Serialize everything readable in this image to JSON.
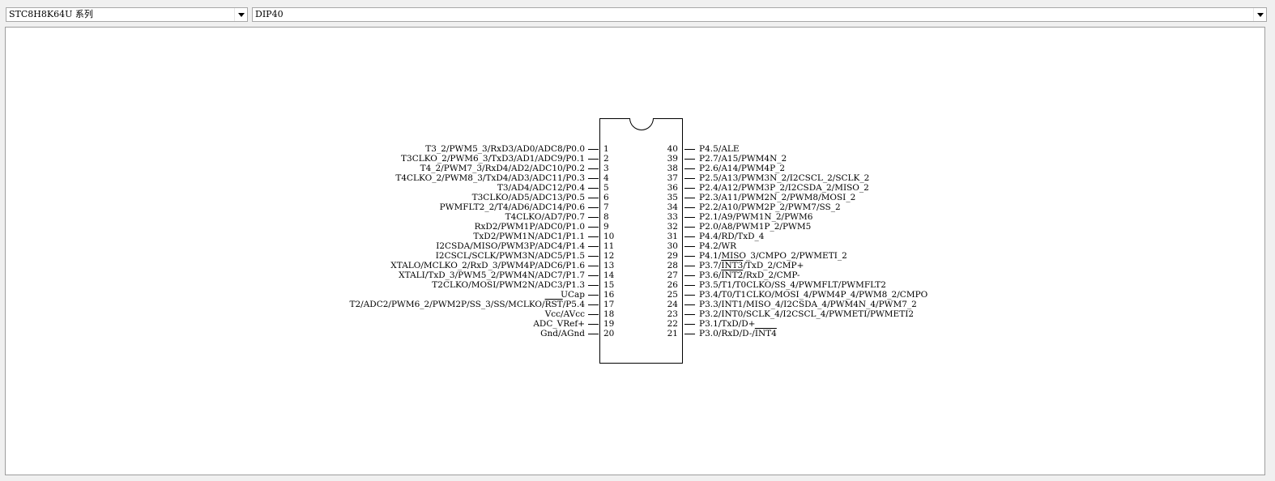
{
  "chip_select": {
    "value": "STC8H8K64U 系列",
    "icon": "chevron-down-icon"
  },
  "package_select": {
    "value": "DIP40",
    "icon": "chevron-down-icon"
  },
  "pins_left": [
    {
      "num": "1",
      "label": "T3_2/PWM5_3/RxD3/AD0/ADC8/P0.0"
    },
    {
      "num": "2",
      "label": "T3CLKO_2/PWM6_3/TxD3/AD1/ADC9/P0.1"
    },
    {
      "num": "3",
      "label": "T4_2/PWM7_3/RxD4/AD2/ADC10/P0.2"
    },
    {
      "num": "4",
      "label": "T4CLKO_2/PWM8_3/TxD4/AD3/ADC11/P0.3"
    },
    {
      "num": "5",
      "label": "T3/AD4/ADC12/P0.4"
    },
    {
      "num": "6",
      "label": "T3CLKO/AD5/ADC13/P0.5"
    },
    {
      "num": "7",
      "label": "PWMFLT2_2/T4/AD6/ADC14/P0.6"
    },
    {
      "num": "8",
      "label": "T4CLKO/AD7/P0.7"
    },
    {
      "num": "9",
      "label": "RxD2/PWM1P/ADC0/P1.0"
    },
    {
      "num": "10",
      "label": "TxD2/PWM1N/ADC1/P1.1"
    },
    {
      "num": "11",
      "label": "I2CSDA/MISO/PWM3P/ADC4/P1.4"
    },
    {
      "num": "12",
      "label": "I2CSCL/SCLK/PWM3N/ADC5/P1.5"
    },
    {
      "num": "13",
      "label": "XTALO/MCLKO_2/RxD_3/PWM4P/ADC6/P1.6"
    },
    {
      "num": "14",
      "label": "XTALI/TxD_3/PWM5_2/PWM4N/ADC7/P1.7"
    },
    {
      "num": "15",
      "label": "T2CLKO/MOSI/PWM2N/ADC3/P1.3"
    },
    {
      "num": "16",
      "label": "UCap"
    },
    {
      "num": "17",
      "label": "T2/ADC2/PWM6_2/PWM2P/SS_3/SS/MCLKO/RST/P5.4"
    },
    {
      "num": "18",
      "label": "Vcc/AVcc"
    },
    {
      "num": "19",
      "label": "ADC_VRef+"
    },
    {
      "num": "20",
      "label": "Gnd/AGnd"
    }
  ],
  "pins_right": [
    {
      "num": "40",
      "label": "P4.5/ALE"
    },
    {
      "num": "39",
      "label": "P2.7/A15/PWM4N_2"
    },
    {
      "num": "38",
      "label": "P2.6/A14/PWM4P_2"
    },
    {
      "num": "37",
      "label": "P2.5/A13/PWM3N_2/I2CSCL_2/SCLK_2"
    },
    {
      "num": "36",
      "label": "P2.4/A12/PWM3P_2/I2CSDA_2/MISO_2"
    },
    {
      "num": "35",
      "label": "P2.3/A11/PWM2N_2/PWM8/MOSI_2"
    },
    {
      "num": "34",
      "label": "P2.2/A10/PWM2P_2/PWM7/SS_2"
    },
    {
      "num": "33",
      "label": "P2.1/A9/PWM1N_2/PWM6"
    },
    {
      "num": "32",
      "label": "P2.0/A8/PWM1P_2/PWM5"
    },
    {
      "num": "31",
      "label": "P4.4/RD/TxD_4"
    },
    {
      "num": "30",
      "label": "P4.2/WR"
    },
    {
      "num": "29",
      "label": "P4.1/MISO_3/CMPO_2/PWMETI_2"
    },
    {
      "num": "28",
      "label": "P3.7/INT3/TxD_2/CMP+"
    },
    {
      "num": "27",
      "label": "P3.6/INT2/RxD_2/CMP-"
    },
    {
      "num": "26",
      "label": "P3.5/T1/T0CLKO/SS_4/PWMFLT/PWMFLT2"
    },
    {
      "num": "25",
      "label": "P3.4/T0/T1CLKO/MOSI_4/PWM4P_4/PWM8_2/CMPO"
    },
    {
      "num": "24",
      "label": "P3.3/INT1/MISO_4/I2CSDA_4/PWM4N_4/PWM7_2"
    },
    {
      "num": "23",
      "label": "P3.2/INT0/SCLK_4/I2CSCL_4/PWMETI/PWMETI2"
    },
    {
      "num": "22",
      "label": "P3.1/TxD/D+"
    },
    {
      "num": "21",
      "label": "P3.0/RxD/D-/INT4"
    }
  ]
}
